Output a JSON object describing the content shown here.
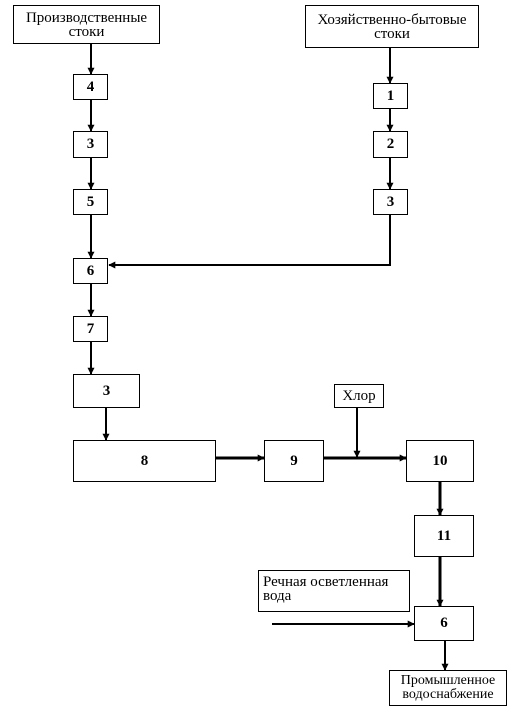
{
  "sources": {
    "industrial": "Производственные стоки",
    "household": "Хозяйственно-бытовые стоки",
    "chlorine": "Хлор",
    "river_water": "Речная осветленная вода"
  },
  "output": {
    "industrial_supply": "Промышленное водоснабжение"
  },
  "left_chain": [
    "4",
    "3",
    "5",
    "6",
    "7",
    "3"
  ],
  "right_chain": [
    "1",
    "2",
    "3"
  ],
  "bottom_chain": [
    "8",
    "9",
    "10",
    "11",
    "6"
  ]
}
